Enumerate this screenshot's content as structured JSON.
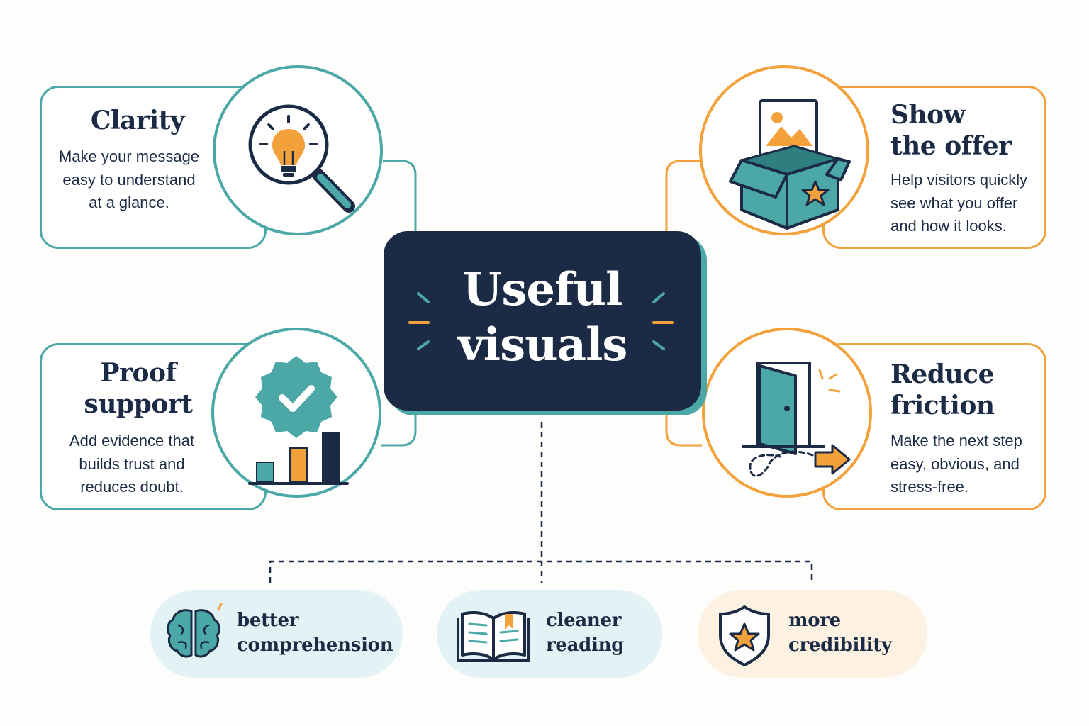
{
  "hub": {
    "title_line1": "Useful",
    "title_line2": "visuals"
  },
  "cards": {
    "clarity": {
      "title": "Clarity",
      "desc1": "Make your message",
      "desc2": "easy to understand",
      "desc3": "at a glance.",
      "icon": "lightbulb-magnifier-icon"
    },
    "proof": {
      "title1": "Proof",
      "title2": "support",
      "desc1": "Add evidence that",
      "desc2": "builds trust and",
      "desc3": "reduces doubt.",
      "icon": "verified-badge-bar-chart-icon"
    },
    "offer": {
      "title1": "Show",
      "title2": "the offer",
      "desc1": "Help visitors quickly",
      "desc2": "see what you offer",
      "desc3": "and how it looks.",
      "icon": "open-box-image-icon"
    },
    "friction": {
      "title1": "Reduce",
      "title2": "friction",
      "desc1": "Make the next step",
      "desc2": "easy, obvious, and",
      "desc3": "stress-free.",
      "icon": "open-door-arrow-icon"
    }
  },
  "outcomes": [
    {
      "line1": "better",
      "line2": "comprehension",
      "icon": "brain-icon"
    },
    {
      "line1": "cleaner",
      "line2": "reading",
      "icon": "open-book-icon"
    },
    {
      "line1": "more",
      "line2": "credibility",
      "icon": "shield-star-icon"
    }
  ],
  "colors": {
    "navy": "#1c2b45",
    "teal": "#4ba8a6",
    "orange": "#f2a13b",
    "light_teal": "#e3f2f4",
    "light_orange": "#fdf2e1"
  }
}
